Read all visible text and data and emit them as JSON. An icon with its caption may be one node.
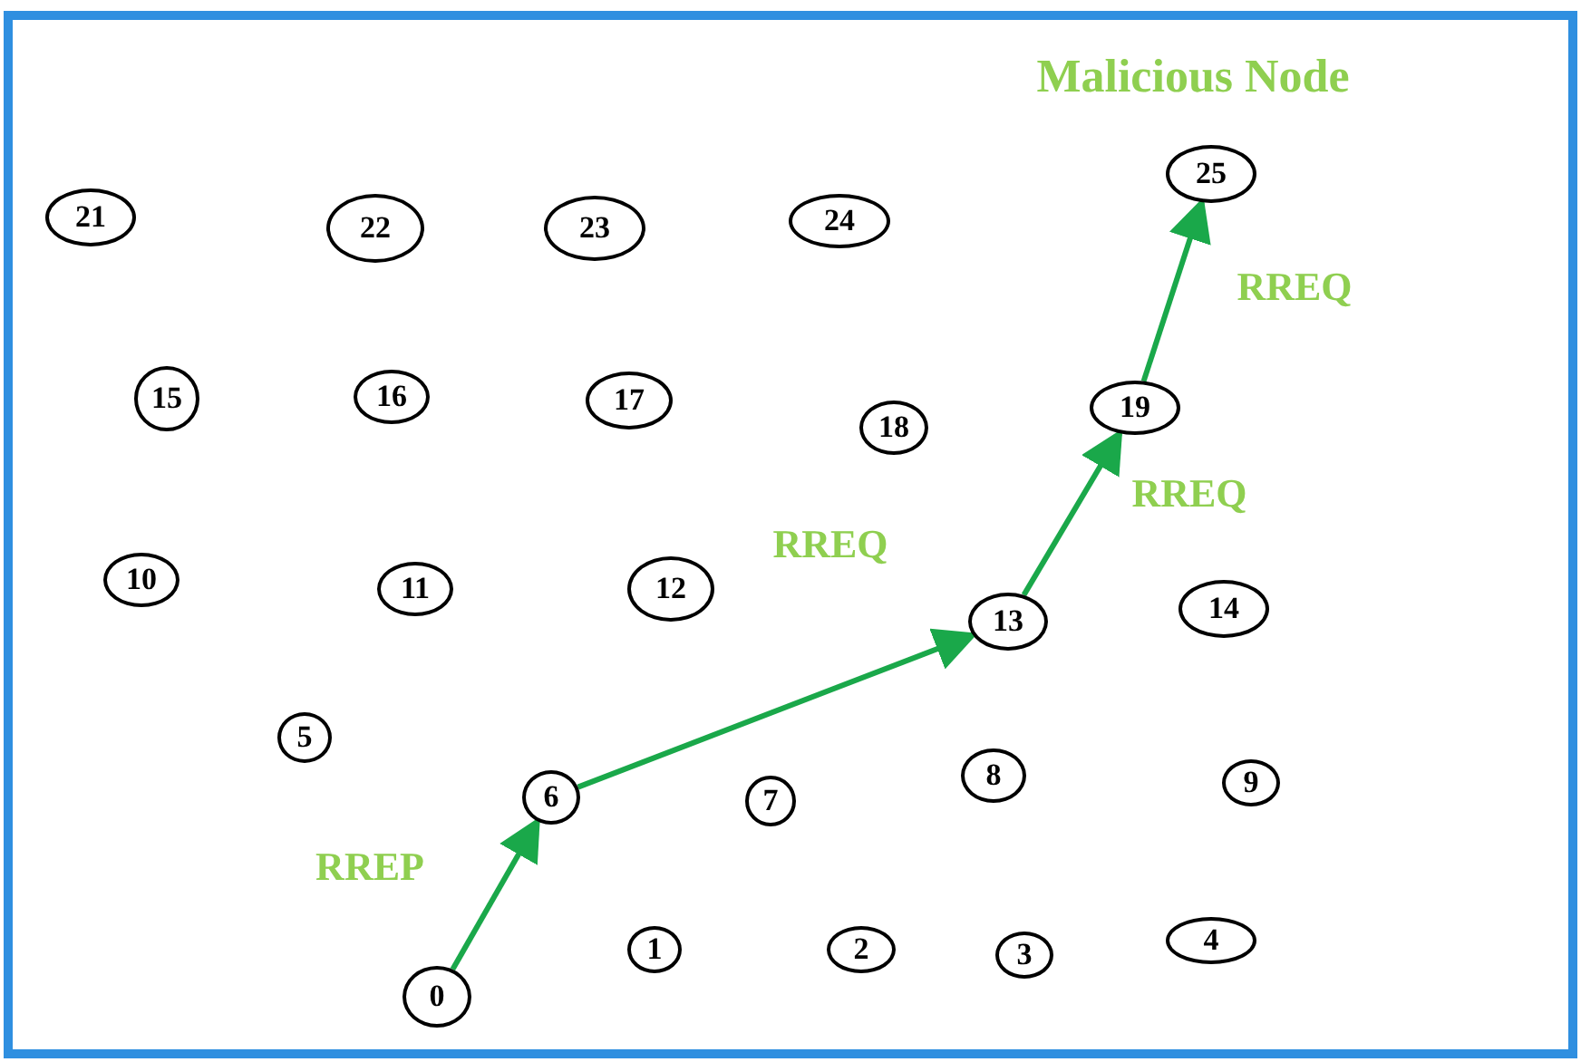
{
  "diagram": {
    "nodes": [
      {
        "text": [
          "0"
        ]
      },
      {
        "text": [
          "1"
        ]
      },
      {
        "text": [
          "2"
        ]
      },
      {
        "text": [
          "3"
        ]
      },
      {
        "text": [
          "4"
        ]
      },
      {
        "text": [
          "5"
        ]
      },
      {
        "text": [
          "6"
        ]
      },
      {
        "text": [
          "7"
        ]
      },
      {
        "text": [
          "8"
        ]
      },
      {
        "text": [
          "9"
        ]
      },
      {
        "text": [
          "10"
        ]
      },
      {
        "text": [
          "11"
        ]
      },
      {
        "text": [
          "12"
        ]
      },
      {
        "text": [
          "13"
        ]
      },
      {
        "text": [
          "14"
        ]
      },
      {
        "text": [
          "15"
        ]
      },
      {
        "text": [
          "16"
        ]
      },
      {
        "text": [
          "17"
        ]
      },
      {
        "text": [
          "18"
        ]
      },
      {
        "text": [
          "19"
        ]
      },
      {
        "text": [
          "21"
        ]
      },
      {
        "text": [
          "22"
        ]
      },
      {
        "text": [
          "23"
        ]
      },
      {
        "text": [
          "24"
        ]
      },
      {
        "text": [
          "25"
        ],
        "beside": [
          "Malicious Node"
        ]
      }
    ],
    "edges": [
      {
        "from": 0,
        "to": 6,
        "arrow": "to",
        "label": "RREP"
      },
      {
        "from": 6,
        "to": 13,
        "arrow": "to",
        "label": "RREQ"
      },
      {
        "from": 13,
        "to": 19,
        "arrow": "to",
        "label": "RREQ"
      },
      {
        "from": 19,
        "to": 24,
        "arrow": "to",
        "label": "RREQ"
      }
    ]
  }
}
